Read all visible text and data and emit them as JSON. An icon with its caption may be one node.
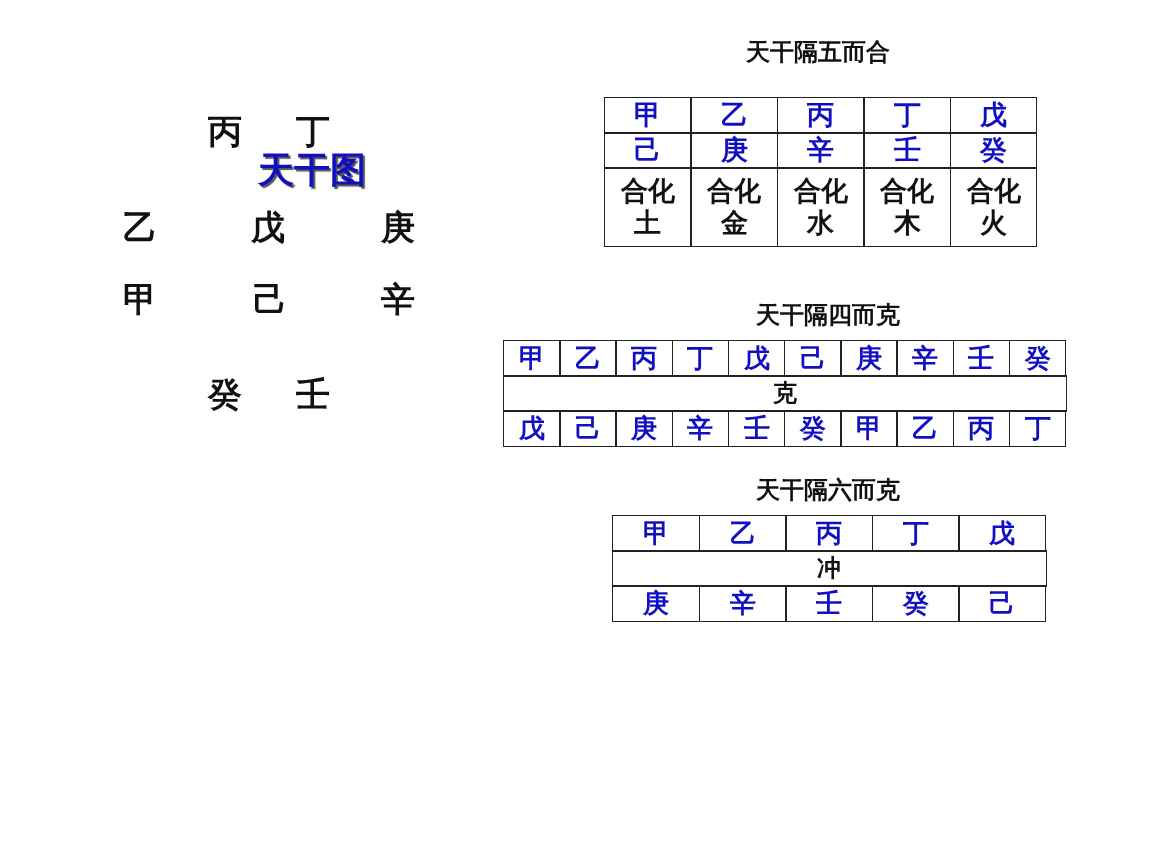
{
  "diagram": {
    "labels": [
      "丙",
      "丁",
      "天干图",
      "乙",
      "戊",
      "庚",
      "甲",
      "己",
      "辛",
      "癸",
      "壬",
      "天干隔五而合",
      "甲",
      "乙",
      "丙",
      "丁",
      "戊",
      "己",
      "庚",
      "辛",
      "壬",
      "癸",
      "合化土",
      "合化金",
      "合化水",
      "合化木",
      "合化火",
      "天干隔四而克",
      "甲",
      "乙",
      "丙",
      "丁",
      "戊",
      "己",
      "庚",
      "辛",
      "壬",
      "癸",
      "克",
      "戊",
      "己",
      "庚",
      "辛",
      "壬",
      "癸",
      "甲",
      "乙",
      "丙",
      "丁",
      "天干隔六而克",
      "甲",
      "乙",
      "丙",
      "丁",
      "戊",
      "冲",
      "庚",
      "辛",
      "壬",
      "癸",
      "己"
    ]
  }
}
